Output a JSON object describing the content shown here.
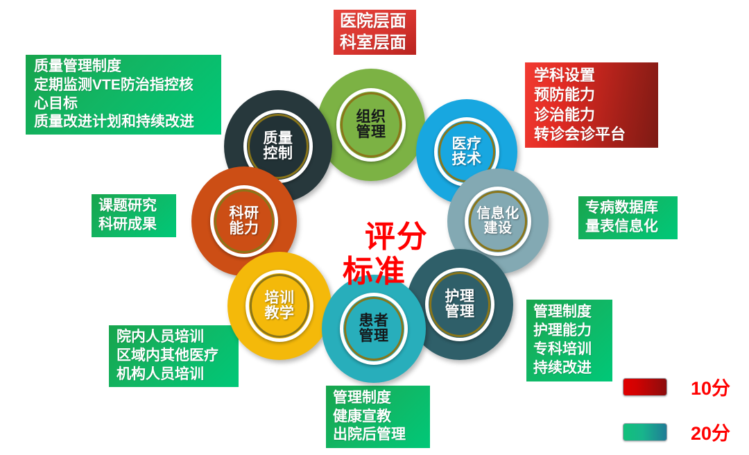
{
  "center": {
    "title": "评分\n标准",
    "color": "#ff0000"
  },
  "nodes": [
    {
      "id": "quality-control",
      "label": "质量\n控制",
      "ring_color": "#27383c",
      "core_color": "#223236",
      "text_tone": "light"
    },
    {
      "id": "org-management",
      "label": "组织\n管理",
      "ring_color": "#76b040",
      "core_color": "#7cb244",
      "text_tone": "dark"
    },
    {
      "id": "medical-technology",
      "label": "医疗\n技术",
      "ring_color": "#18a7e0",
      "core_color": "#18a7e0",
      "text_tone": "light"
    },
    {
      "id": "informatization",
      "label": "信息化\n建设",
      "ring_color": "#83a9b3",
      "core_color": "#83a9b3",
      "text_tone": "light"
    },
    {
      "id": "nursing-management",
      "label": "护理\n管理",
      "ring_color": "#2f5f69",
      "core_color": "#2f5f69",
      "text_tone": "light"
    },
    {
      "id": "patient-management",
      "label": "患者\n管理",
      "ring_color": "#28aebb",
      "core_color": "#28aebb",
      "text_tone": "dark"
    },
    {
      "id": "training-teaching",
      "label": "培训\n教学",
      "ring_color": "#f4b90a",
      "core_color": "#f4b90a",
      "text_tone": "light"
    },
    {
      "id": "research-capacity",
      "label": "科研\n能力",
      "ring_color": "#cc4e15",
      "core_color": "#cc4e15",
      "text_tone": "light"
    }
  ],
  "callouts": [
    {
      "id": "levels",
      "text": "医院层面\n科室层面",
      "style": "red-flat"
    },
    {
      "id": "quality-control-detail",
      "text": "质量管理制度\n定期监测VTE防治指控核\n心目标\n质量改进计划和持续改进",
      "style": "green"
    },
    {
      "id": "medical-tech-detail",
      "text": "学科设置\n预防能力\n诊治能力\n转诊会诊平台",
      "style": "red-grad"
    },
    {
      "id": "research-detail",
      "text": "课题研究\n科研成果",
      "style": "green"
    },
    {
      "id": "informatization-detail",
      "text": "专病数据库\n量表信息化",
      "style": "green"
    },
    {
      "id": "training-detail",
      "text": "院内人员培训\n区域内其他医疗\n机构人员培训",
      "style": "green"
    },
    {
      "id": "patient-detail",
      "text": "管理制度\n健康宣教\n出院后管理",
      "style": "green"
    },
    {
      "id": "nursing-detail",
      "text": "管理制度\n护理能力\n专科培训\n持续改进",
      "style": "green"
    }
  ],
  "legend": {
    "items": [
      {
        "id": "score-10",
        "label": "10分",
        "swatch": "red",
        "color": "#d10202"
      },
      {
        "id": "score-20",
        "label": "20分",
        "swatch": "green",
        "color": "#18b48c"
      }
    ]
  }
}
